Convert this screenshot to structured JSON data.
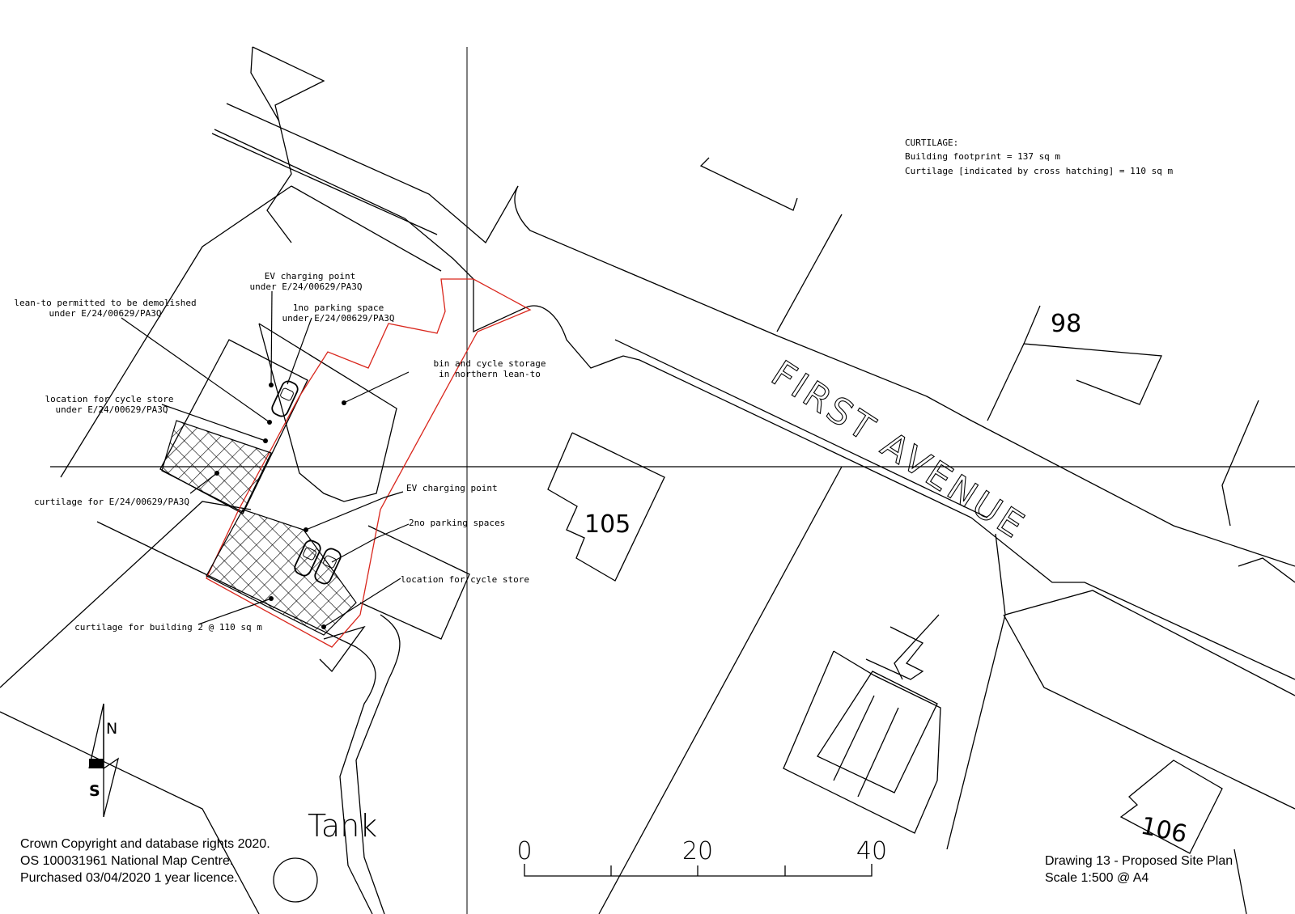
{
  "curtilage_notes": {
    "heading": "CURTILAGE:",
    "footprint": "Building footprint = 137 sq m",
    "curtilage": "Curtilage [indicated by cross hatching] = 110 sq m"
  },
  "labels": {
    "ev_point_a_1": "EV charging point",
    "ev_point_a_2": "under E/24/00629/PA3Q",
    "leanto_1": "lean-to permitted to be demolished",
    "leanto_2": "under E/24/00629/PA3Q",
    "parking1_1": "1no parking space",
    "parking1_2": "under E/24/00629/PA3Q",
    "bin_1": "bin and cycle storage",
    "bin_2": "in northern lean-to",
    "cycle_a_1": "location for cycle store",
    "cycle_a_2": "under E/24/00629/PA3Q",
    "curt_a": "curtilage for E/24/00629/PA3Q",
    "ev_point_b": "EV charging point",
    "parking2": "2no parking spaces",
    "cycle_b": "location for cycle store",
    "curt_b": "curtilage for building 2 @ 110 sq m"
  },
  "map_text": {
    "street": "FIRST AVENUE",
    "house_98": "98",
    "house_105": "105",
    "house_106": "106",
    "tank": "Tank"
  },
  "north_arrow": {
    "north": "N",
    "south": "S"
  },
  "scale_bar": {
    "ticks": [
      "0",
      "20",
      "40"
    ]
  },
  "copyright": {
    "line1": "Crown Copyright and database rights 2020.",
    "line2": "OS 100031961 National Map Centre.",
    "line3": "Purchased 03/04/2020 1 year licence."
  },
  "drawing_info": {
    "title": "Drawing 13 - Proposed Site Plan",
    "scale": "Scale 1:500 @ A4"
  },
  "colors": {
    "boundary": "#d9261c",
    "linework": "#000000"
  }
}
